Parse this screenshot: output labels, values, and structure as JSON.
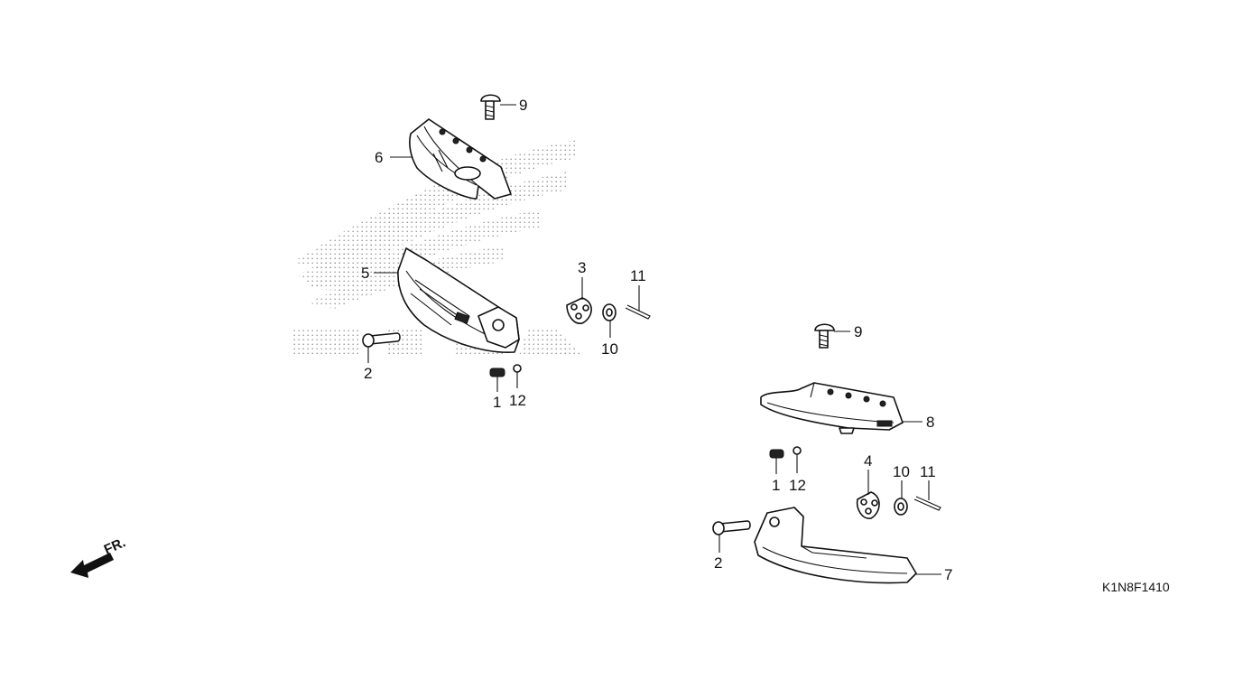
{
  "diagram": {
    "code": "K1N8F1410",
    "direction_label": "FR.",
    "callouts": [
      {
        "id": "lbl-9-top",
        "text": "9"
      },
      {
        "id": "lbl-6",
        "text": "6"
      },
      {
        "id": "lbl-5",
        "text": "5"
      },
      {
        "id": "lbl-2-left",
        "text": "2"
      },
      {
        "id": "lbl-1-left",
        "text": "1"
      },
      {
        "id": "lbl-12-left",
        "text": "12"
      },
      {
        "id": "lbl-3",
        "text": "3"
      },
      {
        "id": "lbl-10-left",
        "text": "10"
      },
      {
        "id": "lbl-11-left",
        "text": "11"
      },
      {
        "id": "lbl-9-right",
        "text": "9"
      },
      {
        "id": "lbl-8",
        "text": "8"
      },
      {
        "id": "lbl-1-right",
        "text": "1"
      },
      {
        "id": "lbl-12-right",
        "text": "12"
      },
      {
        "id": "lbl-4",
        "text": "4"
      },
      {
        "id": "lbl-10-right",
        "text": "10"
      },
      {
        "id": "lbl-11-right",
        "text": "11"
      },
      {
        "id": "lbl-2-right",
        "text": "2"
      },
      {
        "id": "lbl-7",
        "text": "7"
      }
    ]
  }
}
